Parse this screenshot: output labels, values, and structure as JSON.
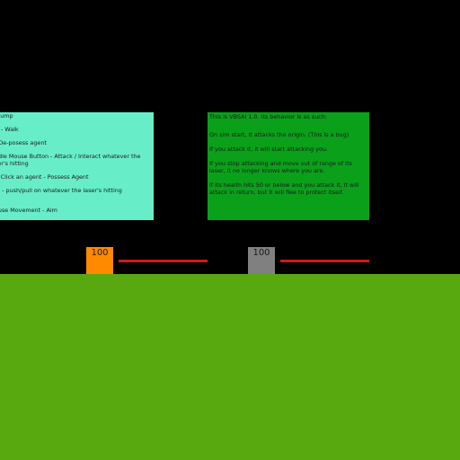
{
  "colors": {
    "background": "#000000",
    "ground": "#58a90f",
    "controls_panel": "#67eec8",
    "info_panel": "#0aa01a",
    "player_agent": "#ff8a00",
    "vbsai_agent": "#808080",
    "laser": "#d01818"
  },
  "controls_panel": {
    "lines": [
      "- Jump",
      "D - Walk",
      "- De-posess agent",
      "ddle Mouse Button - Attack / Interact whatever the",
      "ser's hitting",
      "ft Click an agent - Possess Agent",
      "/E - push/pull on whatever the laser's hitting",
      "ouse Movement - Aim"
    ]
  },
  "info_panel": {
    "paragraphs": [
      "This is VBSAI 1.0. Its behavior is as such:",
      "On sim start, it attacks the origin. (This is a bug)",
      "If you attack it, it will start attacking you.",
      "If you stop attacking and move out of range of its laser, it no longer knows where you are.",
      "If its health hits 50 or below and you attack it, it will attack in return, but it will flee to protect itself."
    ]
  },
  "agents": {
    "player": {
      "health": "100",
      "icon": "player-agent-block"
    },
    "vbsai": {
      "health": "100",
      "icon": "vbsai-agent-block"
    }
  }
}
